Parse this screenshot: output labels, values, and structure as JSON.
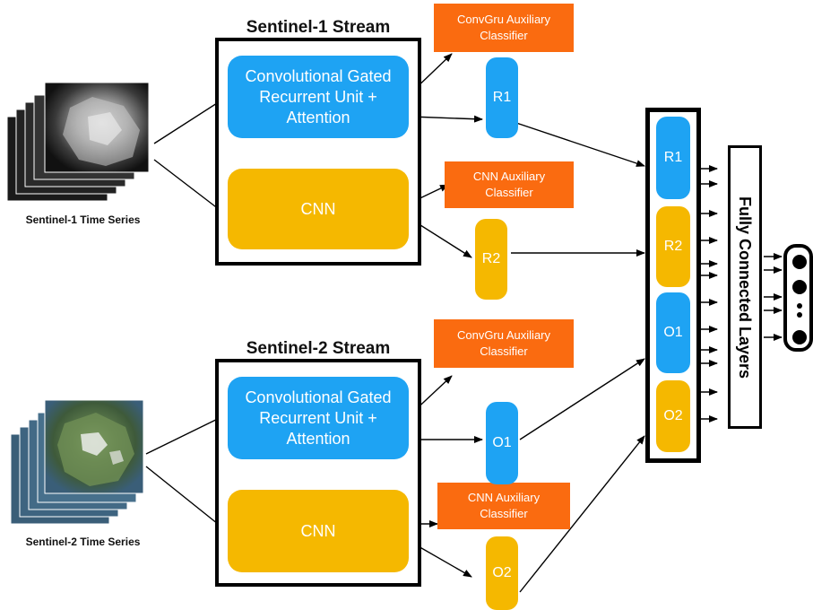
{
  "s1": {
    "stream_title": "Sentinel-1 Stream",
    "series_caption": "Sentinel-1 Time Series",
    "convgru_label": "Convolutional Gated Recurrent Unit + Attention",
    "cnn_label": "CNN",
    "aux_convgru": "ConvGru Auxiliary Classifier",
    "aux_cnn": "CNN Auxiliary Classifier",
    "out1": "R1",
    "out2": "R2"
  },
  "s2": {
    "stream_title": "Sentinel-2 Stream",
    "series_caption": "Sentinel-2 Time Series",
    "convgru_label": "Convolutional Gated Recurrent Unit + Attention",
    "cnn_label": "CNN",
    "aux_convgru": "ConvGru Auxiliary Classifier",
    "aux_cnn": "CNN Auxiliary Classifier",
    "out1": "O1",
    "out2": "O2"
  },
  "concat": {
    "items": [
      "R1",
      "R2",
      "O1",
      "O2"
    ]
  },
  "fc": {
    "label": "Fully Connected Layers"
  },
  "colors": {
    "convgru": "#1ea3f3",
    "cnn": "#f5b800",
    "aux": "#fa6b10",
    "border": "#000000"
  }
}
